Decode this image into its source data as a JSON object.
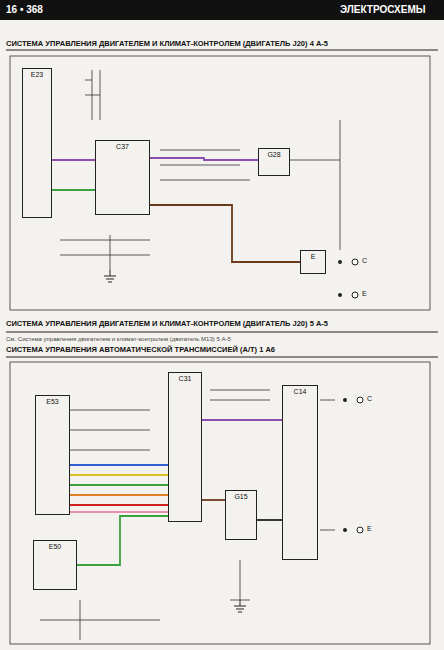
{
  "diagram": {
    "title": "СИСТЕМА УПРАВЛЕНИЯ ДВИГАТЕЛЕМ И КЛИМАТ-КОНТРОЛЕМ (ДВИГАТЕЛЬ J20) 4 A-5",
    "nodes": [
      {
        "text": [
          "E23"
        ]
      },
      {
        "text": [
          "C37"
        ]
      },
      {
        "text": [
          "G28"
        ]
      },
      {
        "text": [
          "E"
        ]
      },
      {
        "text": [
          "C31"
        ]
      },
      {
        "text": [
          "E53"
        ]
      },
      {
        "text": [
          "G15"
        ]
      },
      {
        "text": [
          "C14"
        ]
      },
      {
        "text": [
          "E50"
        ]
      }
    ],
    "edges": [
      {
        "from": 0,
        "to": 1,
        "arrow": "none"
      },
      {
        "from": 0,
        "to": 1,
        "arrow": "none"
      },
      {
        "from": 1,
        "to": 2,
        "arrow": "none"
      },
      {
        "from": 1,
        "to": 3,
        "arrow": "none"
      },
      {
        "from": 5,
        "to": 4,
        "arrow": "none"
      },
      {
        "from": 5,
        "to": 4,
        "arrow": "none"
      },
      {
        "from": 5,
        "to": 4,
        "arrow": "none"
      },
      {
        "from": 5,
        "to": 4,
        "arrow": "none"
      },
      {
        "from": 5,
        "to": 4,
        "arrow": "none"
      },
      {
        "from": 5,
        "to": 4,
        "arrow": "none"
      },
      {
        "from": 4,
        "to": 7,
        "arrow": "none"
      },
      {
        "from": 4,
        "to": 6,
        "arrow": "none"
      },
      {
        "from": 6,
        "to": 7,
        "arrow": "none"
      },
      {
        "from": 8,
        "to": 4,
        "arrow": "none"
      }
    ],
    "labels": [
      "16 • 368",
      "ЭЛЕКТРОСХЕМЫ",
      "СИСТЕМА УПРАВЛЕНИЯ ДВИГАТЕЛЕМ И КЛИМАТ-КОНТРОЛЕМ (ДВИГАТЕЛЬ J20) 5 A-5",
      "См. Система управления двигателем и климат-контролем (двигатель M13) 5 A-5",
      "СИСТЕМА УПРАВЛЕНИЯ АВТОМАТИЧЕСКОЙ ТРАНСМИССИЕЙ (A/T) 1 A6",
      "C",
      "E",
      "C",
      "E"
    ]
  }
}
